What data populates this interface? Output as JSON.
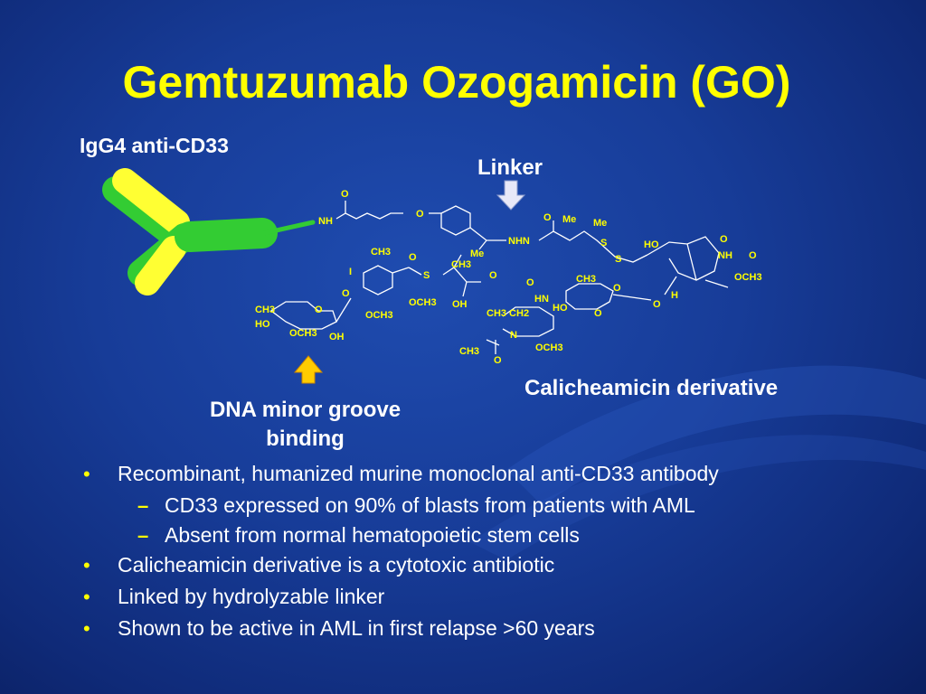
{
  "title": "Gemtuzumab Ozogamicin (GO)",
  "labels": {
    "antibody": "IgG4 anti-CD33",
    "linker": "Linker",
    "dna_binding": "DNA minor groove binding",
    "calicheamicin": "Calicheamicin derivative"
  },
  "structure_text": {
    "o1": "O",
    "nh": "NH",
    "o2": "O",
    "me1": "Me",
    "nhhn": "NHN",
    "o3": "O",
    "me2": "Me",
    "me3": "Me",
    "s1": "S",
    "s2": "S",
    "ho1": "HO",
    "o4": "O",
    "nh2": "NH",
    "o5": "O",
    "och3_1": "OCH3",
    "h": "H",
    "ch3_a": "CH3",
    "i": "I",
    "o6": "O",
    "s3": "S",
    "ch3_b": "CH3",
    "o7": "O",
    "o8": "O",
    "o9": "O",
    "och3_2": "OCH3",
    "oh1": "OH",
    "och3_3": "OCH3",
    "ch3_c": "CH3",
    "ho2": "HO",
    "o10": "O",
    "och3_4": "OCH3",
    "oh2": "OH",
    "ch3ch2": "CH3 CH2",
    "n": "N",
    "ch3_d": "CH3",
    "o11": "O",
    "och3_5": "OCH3",
    "ch3_e": "CH3",
    "hn": "HN",
    "ho3": "HO",
    "o12": "O",
    "o13": "O",
    "o14": "O"
  },
  "bullets": [
    {
      "level": 1,
      "text": "Recombinant, humanized murine monoclonal anti-CD33 antibody"
    },
    {
      "level": 2,
      "text": "CD33 expressed on 90% of blasts from patients with AML"
    },
    {
      "level": 2,
      "text": "Absent from normal hematopoietic stem cells"
    },
    {
      "level": 1,
      "text": "Calicheamicin derivative is a cytotoxic antibiotic"
    },
    {
      "level": 1,
      "text": "Linked by hydrolyzable linker"
    },
    {
      "level": 1,
      "text": "Shown to be active in AML in first relapse >60 years"
    }
  ],
  "colors": {
    "title": "#ffff00",
    "antibody_heavy": "#33cc33",
    "antibody_light": "#ffff33",
    "arrow_fill": "#ffcc00",
    "linker_arrow": "#e8e8f8"
  }
}
